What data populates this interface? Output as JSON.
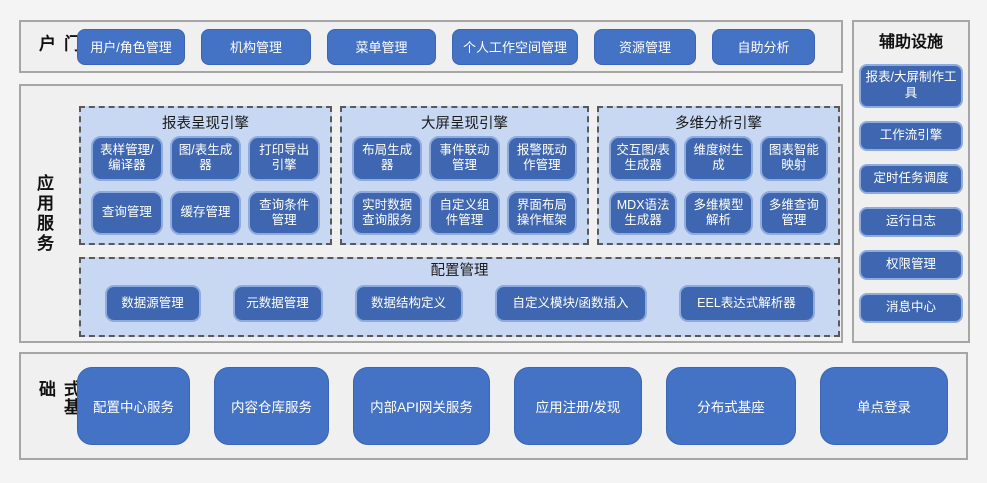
{
  "colors": {
    "button_blue": "#4472c4",
    "engine_block_blue": "#3f66b0",
    "engine_block_border": "#8faadc",
    "panel_fill_light_blue": "#c8d8f2",
    "panel_dashed_border": "#595959",
    "section_fill": "#f1f0f1",
    "section_border": "#a6a6a6",
    "text_on_blue": "#ffffff"
  },
  "portal": {
    "label": "门户",
    "items": [
      "用户/角色管理",
      "机构管理",
      "菜单管理",
      "个人工作空间管理",
      "资源管理",
      "自助分析"
    ]
  },
  "app_services": {
    "label": "应用服务",
    "engines": [
      {
        "title": "报表呈现引擎",
        "blocks": [
          "表样管理/编译器",
          "图/表生成器",
          "打印导出引擎",
          "查询管理",
          "缓存管理",
          "查询条件管理"
        ]
      },
      {
        "title": "大屏呈现引擎",
        "blocks": [
          "布局生成器",
          "事件联动管理",
          "报警既动作管理",
          "实时数据查询服务",
          "自定义组件管理",
          "界面布局操作框架"
        ]
      },
      {
        "title": "多维分析引擎",
        "blocks": [
          "交互图/表生成器",
          "维度树生成",
          "图表智能映射",
          "MDX语法生成器",
          "多维模型解析",
          "多维查询管理"
        ]
      }
    ],
    "config": {
      "title": "配置管理",
      "items": [
        "数据源管理",
        "元数据管理",
        "数据结构定义",
        "自定义模块/函数插入",
        "EEL表达式解析器"
      ]
    }
  },
  "distributed": {
    "label": "分布式基础",
    "items": [
      "配置中心服务",
      "内容仓库服务",
      "内部API网关服务",
      "应用注册/发现",
      "分布式基座",
      "单点登录"
    ]
  },
  "auxiliary": {
    "title": "辅助设施",
    "items": [
      "报表/大屏制作工具",
      "工作流引擎",
      "定时任务调度",
      "运行日志",
      "权限管理",
      "消息中心"
    ]
  }
}
